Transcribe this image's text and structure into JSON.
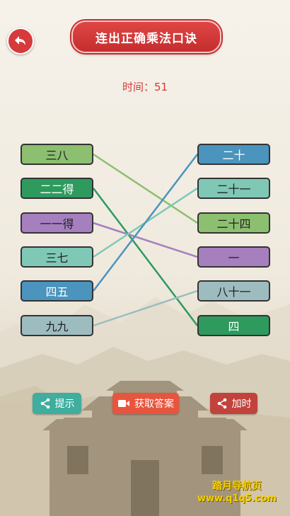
{
  "header": {
    "title": "连出正确乘法口诀"
  },
  "timer": {
    "text": "时间：51"
  },
  "left_items": [
    {
      "label": "三八",
      "color": "#8cbf6f"
    },
    {
      "label": "二二得",
      "color": "#2e9a5e"
    },
    {
      "label": "一一得",
      "color": "#a67fbf"
    },
    {
      "label": "三七",
      "color": "#7fc8b5"
    },
    {
      "label": "四五",
      "color": "#4a94bd"
    },
    {
      "label": "九九",
      "color": "#9dbcc0"
    }
  ],
  "right_items": [
    {
      "label": "二十",
      "color": "#4a94bd"
    },
    {
      "label": "二十一",
      "color": "#7fc8b5"
    },
    {
      "label": "二十四",
      "color": "#8cbf6f"
    },
    {
      "label": "一",
      "color": "#a67fbf"
    },
    {
      "label": "八十一",
      "color": "#9dbcc0"
    },
    {
      "label": "四",
      "color": "#2e9a5e"
    }
  ],
  "connections": [
    {
      "from": 0,
      "to": 2,
      "color": "#8cbf6f"
    },
    {
      "from": 1,
      "to": 5,
      "color": "#2e9a5e"
    },
    {
      "from": 2,
      "to": 3,
      "color": "#a67fbf"
    },
    {
      "from": 3,
      "to": 1,
      "color": "#7fc8b5"
    },
    {
      "from": 4,
      "to": 0,
      "color": "#4a94bd"
    },
    {
      "from": 5,
      "to": 4,
      "color": "#9dbcc0"
    }
  ],
  "buttons": {
    "hint": {
      "label": "提示",
      "color": "#3fae9e",
      "icon": "share-icon"
    },
    "answer": {
      "label": "获取答案",
      "color": "#e8553e",
      "icon": "video-icon"
    },
    "addtime": {
      "label": "加时",
      "color": "#c2433b",
      "icon": "share-icon"
    }
  },
  "watermark": {
    "line1": "踏月导航页",
    "line2": "www.q1q5.com"
  }
}
